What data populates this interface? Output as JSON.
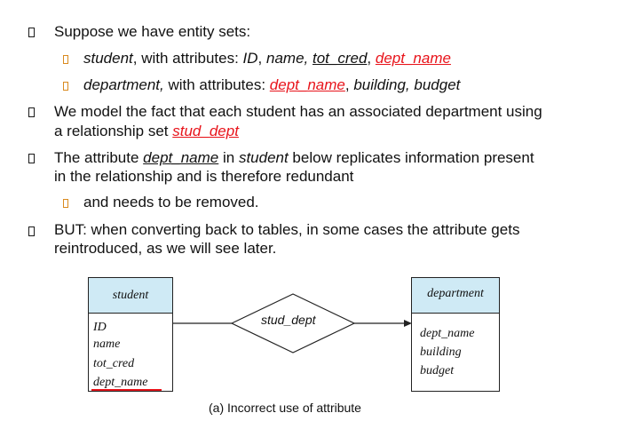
{
  "bullets": {
    "b1": {
      "text": "Suppose we have entity sets:"
    },
    "b1a": {
      "e1": "student",
      "t1": ", with attributes: ",
      "a1": "ID",
      "t2": ", ",
      "a2": "name, ",
      "a3": "tot_cred",
      "t3": ", ",
      "a4": "dept_name"
    },
    "b1b": {
      "e1": "department,",
      "t1": " with attributes: ",
      "a1": "dept_name",
      "t2": ", ",
      "a2": "building, budget"
    },
    "b2": {
      "l1": "We model the fact that each student has an associated department using",
      "l2a": "a relationship set ",
      "l2b": "stud_dept"
    },
    "b3": {
      "l1a": "The attribute ",
      "l1b": "dept_name",
      "l1c": " in ",
      "l1d": "student",
      "l1e": " below replicates information present",
      "l2": "in the relationship and is therefore  redundant"
    },
    "b3a": {
      "text": "and needs to be removed."
    },
    "b4": {
      "l1": "BUT: when converting back to tables, in some cases the attribute gets",
      "l2": "reintroduced, as we will see later."
    }
  },
  "diagram": {
    "student": {
      "title": "student",
      "attrs": [
        "ID",
        "name",
        "tot_cred",
        "dept_name"
      ]
    },
    "relationship": {
      "label": "stud_dept"
    },
    "department": {
      "title": "department",
      "attrs": [
        "dept_name",
        "building",
        "budget"
      ]
    },
    "caption": "(a) Incorrect use of attribute"
  },
  "colors": {
    "highlight": "#e8141b",
    "entity_header": "#cfeaf5",
    "sub_bullet": "#d98a1f"
  }
}
